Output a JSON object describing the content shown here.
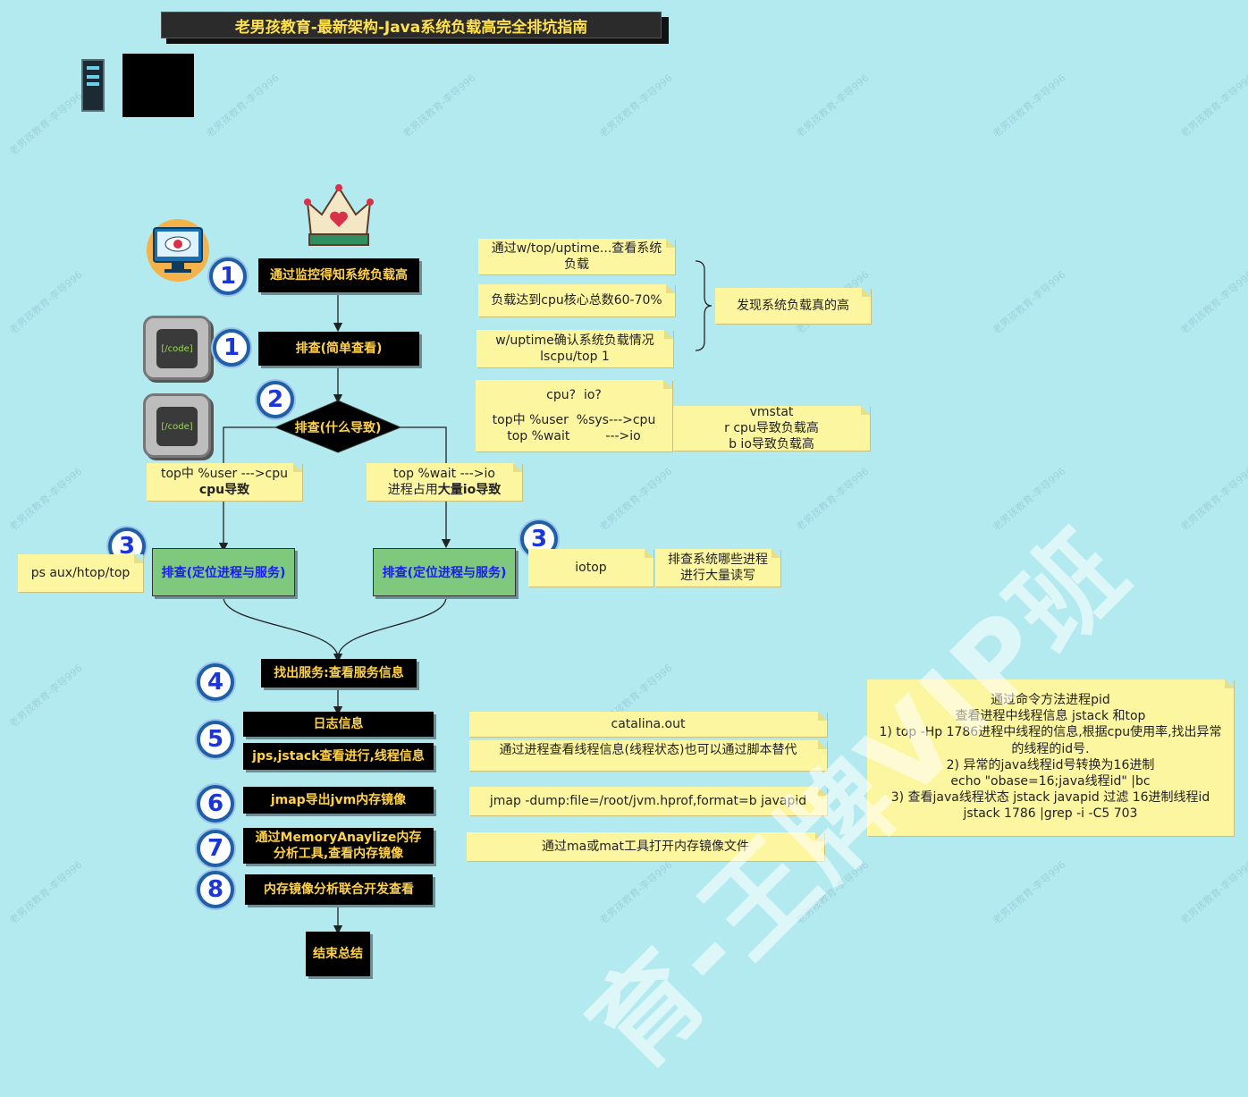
{
  "title": "老男孩教育-最新架构-Java系统负载高完全排坑指南",
  "colors": {
    "background": "#b3eaf0",
    "box": "#000000",
    "box_text": "#ffd24a",
    "note": "#fdf6a0",
    "green": "#7fc97f",
    "badge_ring": "#1f5fa8"
  },
  "watermark_small": "老男孩教育-李导996",
  "watermark_big": "育-王牌VIP班",
  "badges": [
    "1",
    "1",
    "2",
    "3",
    "3",
    "4",
    "5",
    "6",
    "7",
    "8"
  ],
  "steps": {
    "monitor": "通过监控得知系统负载高",
    "simple": "排查(简单查看)",
    "decision": "排查(什么导致)",
    "locate_left": "排查(定位进程与服务)",
    "locate_right": "排查(定位进程与服务)",
    "service": "找出服务:查看服务信息",
    "log": "日志信息",
    "jps": "jps,jstack查看进行,线程信息",
    "jmap": "jmap导出jvm内存镜像",
    "mat_line1": "通过MemoryAnaylize内存",
    "mat_line2": "分析工具,查看内存镜像",
    "dev": "内存镜像分析联合开发查看",
    "end": "结束总结"
  },
  "notes": {
    "w_top_line1": "通过w/top/uptime...查看系统",
    "w_top_line2": "负载",
    "load": "负载达到cpu核心总数60-70%",
    "uptime_line1": "w/uptime确认系统负载情况",
    "uptime_line2": "lscpu/top 1",
    "found": "发现系统负载真的高",
    "cpuio_line1": "cpu?  io?",
    "cpuio_line2": "top中 %user  %sys--->cpu",
    "cpuio_line3": "top %wait         --->io",
    "vmstat_line1": "vmstat",
    "vmstat_line2": "r cpu导致负载高",
    "vmstat_line3": "b io导致负载高",
    "left_cause_line1": "top中 %user --->cpu",
    "left_cause_line2": "cpu导致",
    "right_cause_line1": "top %wait --->io",
    "right_cause_line2_a": "进程占用",
    "right_cause_line2_b": "大量io导致",
    "ps": "ps  aux/htop/top",
    "iotop": "iotop",
    "io_proc_line1": "排查系统哪些进程",
    "io_proc_line2": "进行大量读写",
    "catalina": "catalina.out",
    "thread": "通过进程查看线程信息(线程状态)也可以通过脚本替代",
    "jmap_cmd": "jmap -dump:file=/root/jvm.hprof,format=b  javapid",
    "ma": "通过ma或mat工具打开内存镜像文件",
    "big": [
      "通过命令方法进程pid",
      "查看进程中线程信息 jstack 和top",
      "1) top -Hp 1786进程中线程的信息,根据cpu使用率,找出异常",
      "的线程的id号.",
      "2) 异常的java线程id号转换为16进制",
      "echo \"obase=16;java线程id\" |bc",
      "3) 查看java线程状态 jstack  javapid 过滤 16进制线程id",
      "jstack 1786 |grep -i -C5  703"
    ]
  },
  "icon_code_label": "[/code]"
}
